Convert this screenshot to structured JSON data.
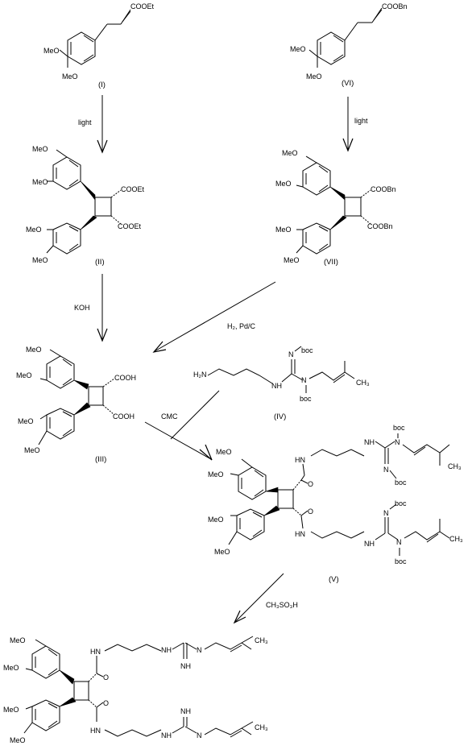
{
  "labels": {
    "cpd_I": "(I)",
    "cpd_II": "(II)",
    "cpd_III": "(III)",
    "cpd_IV": "(IV)",
    "cpd_V": "(V)",
    "cpd_VI": "(VI)",
    "cpd_VII": "(VII)"
  },
  "reagents": {
    "light_1": "light",
    "light_2": "light",
    "koh": "KOH",
    "hydrogenation": "H₂,  Pd/C",
    "coupling": "CMC",
    "acid": "CH₃SO₃H"
  },
  "groups": {
    "ome": "MeO",
    "cooet": "COOEt",
    "coobn": "COOBn",
    "cooh": "COOH",
    "nh": "NH",
    "n": "N",
    "nh2": "H₂N",
    "h": "H",
    "boc": "boc",
    "ch3": "CH₃",
    "o": "O",
    "hn": "HN",
    "imine": "NH"
  }
}
